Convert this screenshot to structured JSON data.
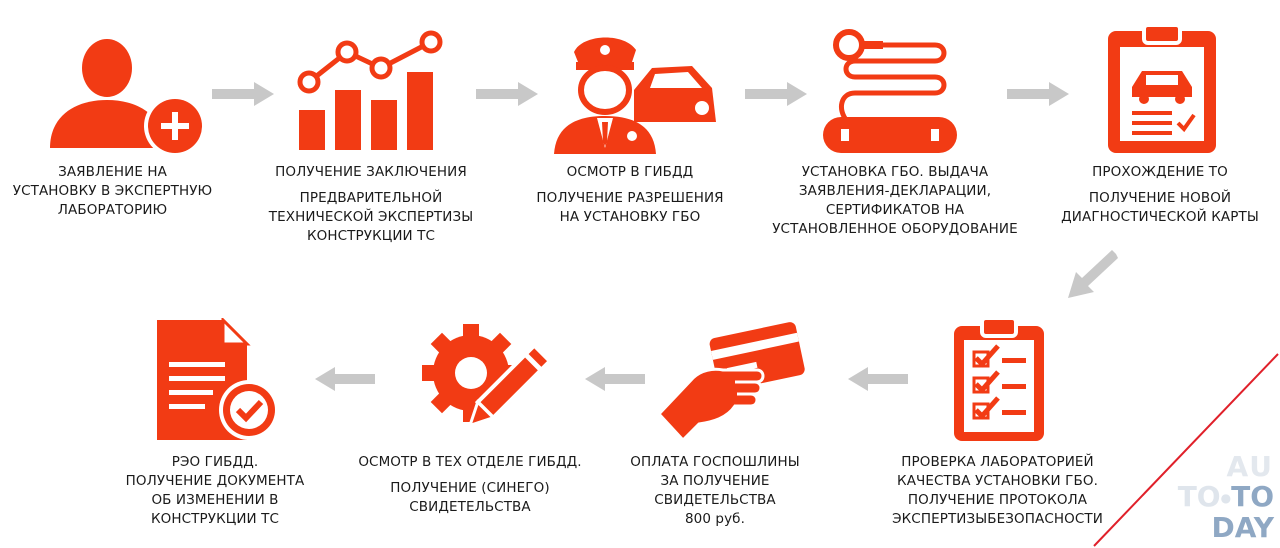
{
  "colors": {
    "accent": "#f23b14",
    "arrow": "#c8c8c8",
    "text": "#1a1a1a"
  },
  "steps": [
    {
      "icon": "user-plus-icon",
      "lines": [
        "ЗАЯВЛЕНИЕ НА",
        "УСТАНОВКУ В ЭКСПЕРТНУЮ",
        "ЛАБОРАТОРИЮ"
      ],
      "sub": []
    },
    {
      "icon": "rising-chart-icon",
      "lines": [
        "ПОЛУЧЕНИЕ ЗАКЛЮЧЕНИЯ"
      ],
      "sub": [
        "ПРЕДВАРИТЕЛЬНОЙ",
        "ТЕХНИЧЕСКОЙ ЭКСПЕРТИЗЫ",
        "КОНСТРУКЦИИ ТС"
      ]
    },
    {
      "icon": "police-officer-car-icon",
      "lines": [
        "ОСМОТР В ГИБДД"
      ],
      "sub": [
        "ПОЛУЧЕНИЕ РАЗРЕШЕНИЯ",
        "НА УСТАНОВКУ ГБО"
      ]
    },
    {
      "icon": "gas-cylinder-icon",
      "lines": [
        "УСТАНОВКА ГБО. ВЫДАЧА",
        "ЗАЯВЛЕНИЯ-ДЕКЛАРАЦИИ,",
        "СЕРТИФИКАТОВ НА",
        "УСТАНОВЛЕННОЕ ОБОРУДОВАНИЕ"
      ],
      "sub": []
    },
    {
      "icon": "clipboard-car-icon",
      "lines": [
        "ПРОХОЖДЕНИЕ ТО"
      ],
      "sub": [
        "ПОЛУЧЕНИЕ НОВОЙ",
        "ДИАГНОСТИЧЕСКОЙ КАРТЫ"
      ]
    },
    {
      "icon": "checklist-clipboard-icon",
      "lines": [
        "ПРОВЕРКА ЛАБОРАТОРИЕЙ",
        "КАЧЕСТВА УСТАНОВКИ ГБО.",
        "ПОЛУЧЕНИЕ ПРОТОКОЛА",
        "ЭКСПЕРТИЗЫБЕЗОПАСНОСТИ"
      ],
      "sub": []
    },
    {
      "icon": "hand-card-icon",
      "lines": [
        "ОПЛАТА ГОСПОШЛИНЫ",
        "ЗА ПОЛУЧЕНИЕ",
        "СВИДЕТЕЛЬСТВА",
        "800 руб."
      ],
      "sub": []
    },
    {
      "icon": "gear-pencil-icon",
      "lines": [
        "ОСМОТР В ТЕХ ОТДЕЛЕ ГИБДД."
      ],
      "sub": [
        "ПОЛУЧЕНИЕ (СИНЕГО)",
        "СВИДЕТЕЛЬСТВА"
      ]
    },
    {
      "icon": "document-check-icon",
      "lines": [
        "РЭО ГИБДД.",
        "ПОЛУЧЕНИЕ ДОКУМЕНТА",
        "ОБ ИЗМЕНЕНИИ В",
        "КОНСТРУКЦИИ ТС"
      ],
      "sub": []
    }
  ],
  "watermark": {
    "r1": "AU",
    "r2a": "TO",
    "r2b": "TO",
    "r3": "DAY"
  }
}
